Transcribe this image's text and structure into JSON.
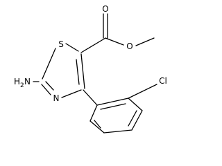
{
  "molecule": {
    "atoms": {
      "sulfur": "S",
      "nitrogen": "N",
      "amino": "H",
      "amino_subscript": "2",
      "amino_n": "N",
      "carbonyl_oxygen": "O",
      "ester_oxygen": "O",
      "chlorine": "Cl"
    }
  }
}
